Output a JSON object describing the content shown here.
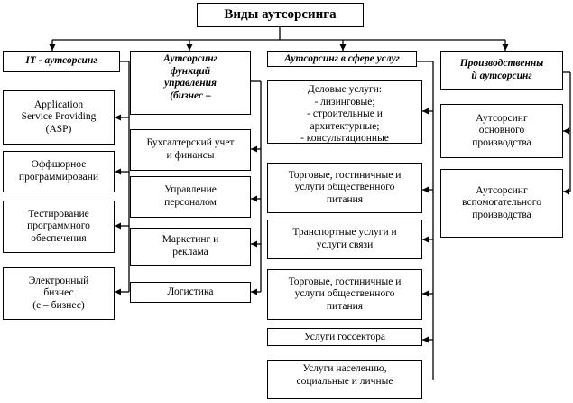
{
  "title": "Виды аутсорсинга",
  "columns": {
    "it": {
      "header": "IT - аутсорсинг",
      "items": [
        "Application\nService Providing\n(ASP)",
        "Оффшорное\nпрограммировани",
        "Тестирование\nпрограммного\nобеспечения",
        "Электронный\nбизнес\n(е – бизнес)"
      ]
    },
    "management": {
      "header": "Аутсорсинг\nфункций\nуправления\n(бизнес –",
      "items": [
        "Бухгалтерский учет\nи финансы",
        "Управление\nперсоналом",
        "Маркетинг и\nреклама",
        "Логистика"
      ]
    },
    "services": {
      "header": "Аутсорсинг в сфере услуг",
      "items": [
        "Деловые услуги:\n- лизинговые;\n- строительные и\nархитектурные;\n- консультационные",
        "Торговые, гостиничные и\nуслуги общественного\nпитания",
        "Транспортные услуги и\nуслуги связи",
        "Торговые, гостиничные и\nуслуги общественного\nпитания",
        "Услуги госсектора",
        "Услуги населению,\nсоциальные и личные"
      ]
    },
    "production": {
      "header": "Производственны\nй аутсорсинг",
      "items": [
        "Аутсорсинг\nосновного\nпроизводства",
        "Аутсорсинг\nвспомогательного\nпроизводства"
      ]
    }
  }
}
